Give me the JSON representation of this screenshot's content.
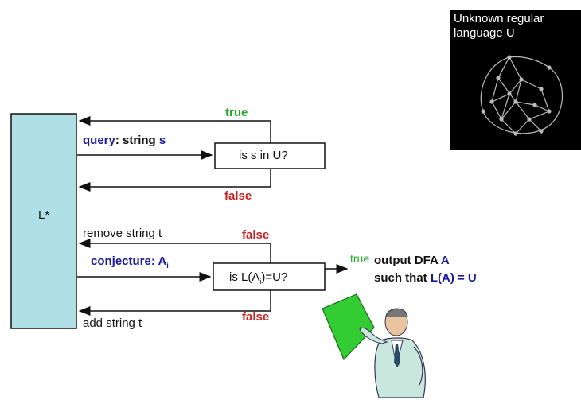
{
  "learner": {
    "label": "L*"
  },
  "oracle": {
    "title_line1": "Unknown regular",
    "title_line2": "language U",
    "graph_icon": "automaton-graph-icon"
  },
  "membership": {
    "true_label": "true",
    "query_keyword": "query",
    "query_rest": ": string ",
    "query_var": "s",
    "box_label": "is s in U?",
    "false_label": "false"
  },
  "equivalence": {
    "remove_label": "remove string t",
    "false_top": "false",
    "conjecture_label": "conjecture: A",
    "conjecture_sub": "i",
    "box_prefix": "is L(A",
    "box_sub": "i",
    "box_suffix": ")=U?",
    "true_label": "true",
    "output_prefix": "output DFA ",
    "output_var": "A",
    "such_prefix": "such that ",
    "such_expr": "L(A) = U",
    "false_bottom": "false",
    "add_label": "add string t"
  },
  "teacher": {
    "icon": "teacher-with-board-icon"
  },
  "colors": {
    "learner_fill": "#aee0e6",
    "true": "#22aa22",
    "false": "#cc2222",
    "keyword": "#1a1a9a"
  }
}
